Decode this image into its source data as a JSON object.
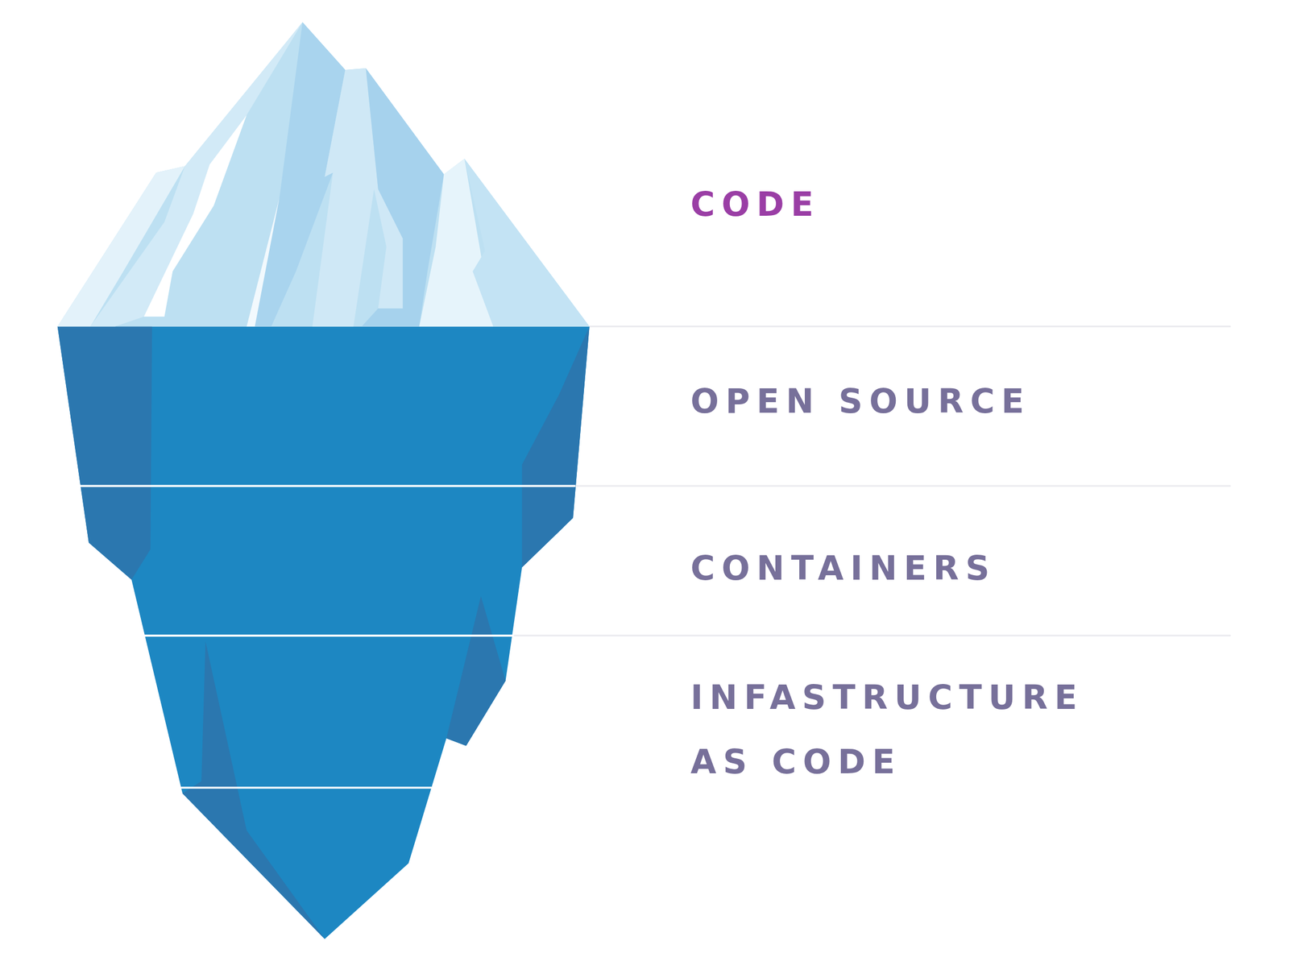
{
  "diagram": {
    "labels": [
      "CODE",
      "OPEN SOURCE",
      "CONTAINERS",
      "INFASTRUCTURE AS CODE"
    ]
  }
}
